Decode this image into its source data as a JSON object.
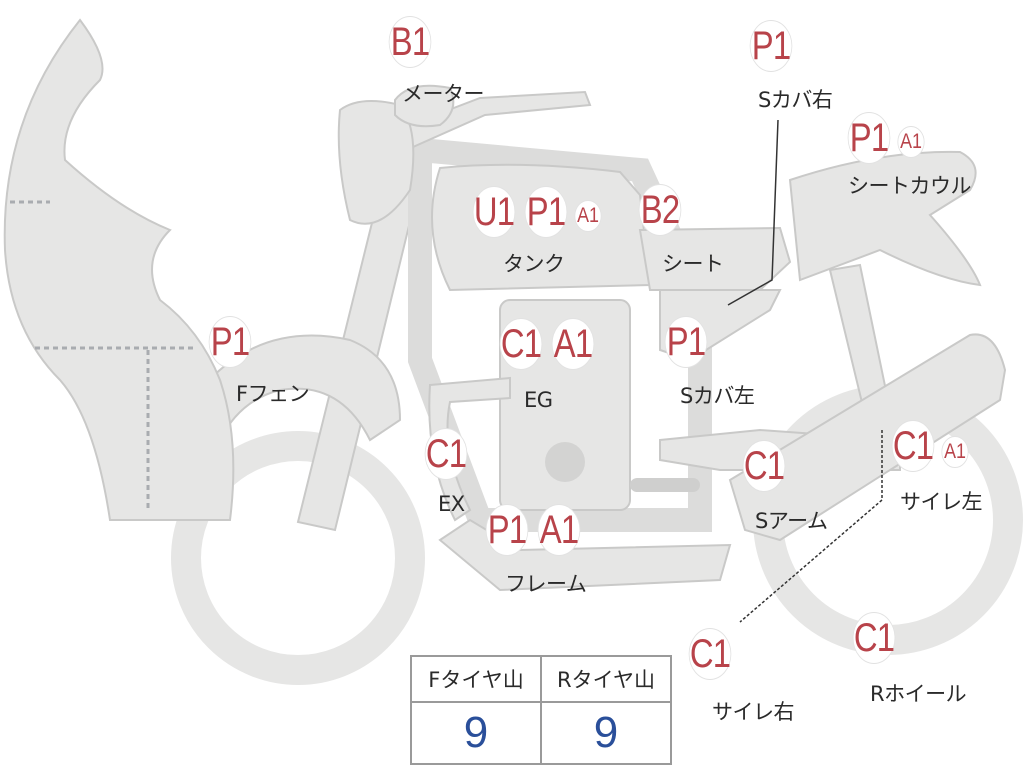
{
  "colors": {
    "body_fill": "#e6e6e5",
    "body_stroke": "#c9c9c8",
    "code_text": "#b8434a",
    "tread_value": "#2a4f9a"
  },
  "parts": {
    "meter": {
      "codes": [
        "B1"
      ],
      "label": "メーター"
    },
    "scover_r": {
      "codes": [
        "P1"
      ],
      "label": "Sカバ右"
    },
    "seat_cowl": {
      "codes": [
        "P1",
        "A1"
      ],
      "label": "シートカウル"
    },
    "tank": {
      "codes": [
        "U1",
        "P1",
        "A1"
      ],
      "label": "タンク"
    },
    "seat": {
      "codes": [
        "B2"
      ],
      "label": "シート"
    },
    "ffender": {
      "codes": [
        "P1"
      ],
      "label": "Fフェン"
    },
    "engine": {
      "codes": [
        "C1",
        "A1"
      ],
      "label": "EG"
    },
    "scover_l": {
      "codes": [
        "P1"
      ],
      "label": "Sカバ左"
    },
    "exhaust": {
      "codes": [
        "C1"
      ],
      "label": "EX"
    },
    "swingarm": {
      "codes": [
        "C1"
      ],
      "label": "Sアーム"
    },
    "muffler_l": {
      "codes": [
        "C1",
        "A1"
      ],
      "label": "サイレ左"
    },
    "frame": {
      "codes": [
        "P1",
        "A1"
      ],
      "label": "フレーム"
    },
    "muffler_r": {
      "codes": [
        "C1"
      ],
      "label": "サイレ右"
    },
    "rwheel": {
      "codes": [
        "C1"
      ],
      "label": "Rホイール"
    }
  },
  "tread": {
    "front_label": "Fタイヤ山",
    "rear_label": "Rタイヤ山",
    "front_value": "9",
    "rear_value": "9"
  }
}
